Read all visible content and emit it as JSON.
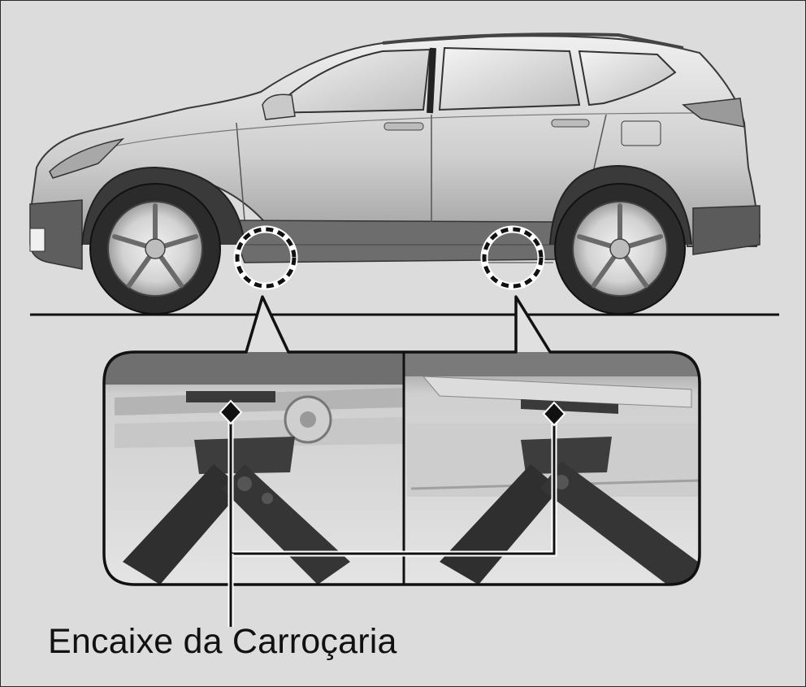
{
  "callout": {
    "label": "Encaixe da Carroçaria"
  },
  "illustration": {
    "subject": "car-side-view",
    "jack_points": 2,
    "detail_panels": 2
  }
}
